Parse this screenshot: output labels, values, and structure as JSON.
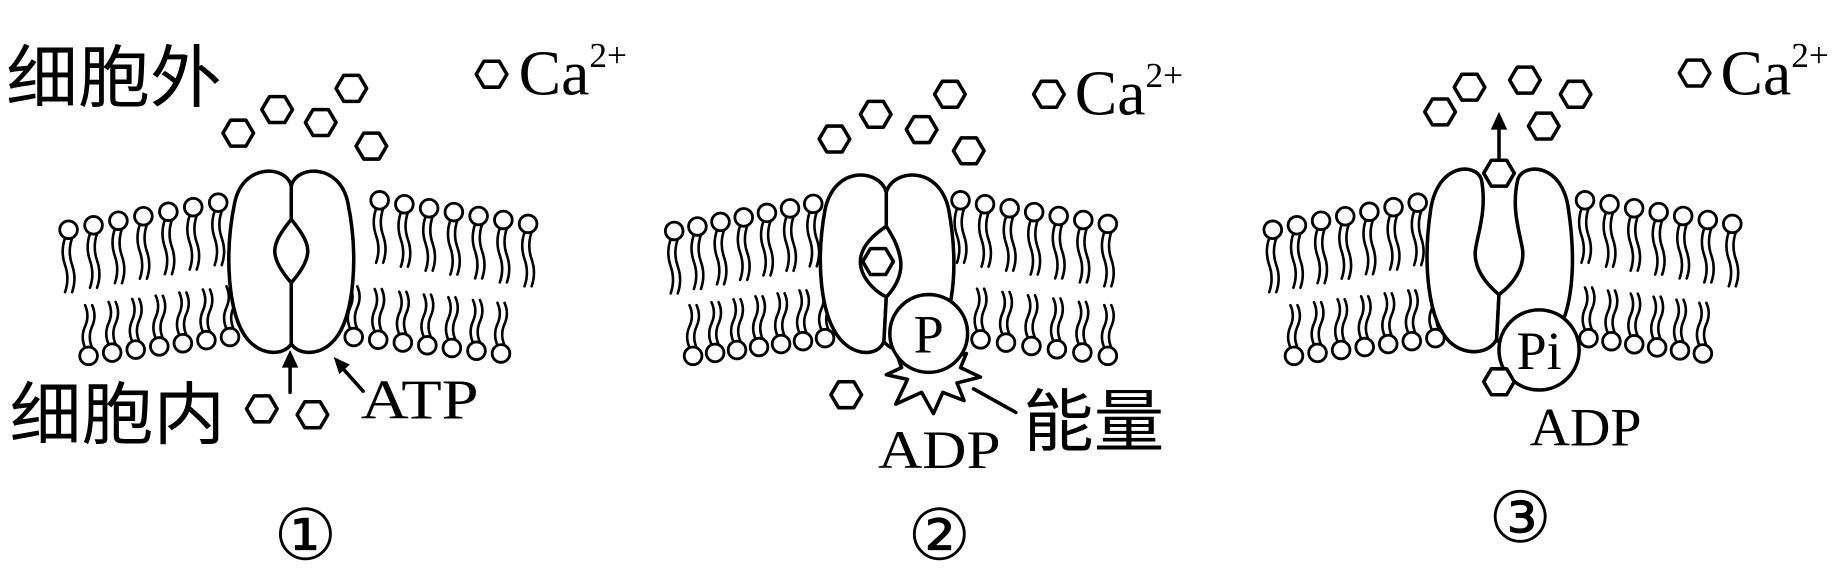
{
  "compartments": {
    "outside": "细胞外",
    "inside": "细胞内"
  },
  "legend": {
    "ion_symbol": "Ca",
    "ion_charge": "2+",
    "ion_icon": "hexagon"
  },
  "panels": [
    {
      "step": "①",
      "atp_label": "ATP"
    },
    {
      "step": "②",
      "phosphate_label": "P",
      "adp_label": "ADP",
      "energy_label": "能量"
    },
    {
      "step": "③",
      "phosphate_label": "Pi",
      "adp_label": "ADP"
    }
  ],
  "colors": {
    "line": "#000000",
    "background": "#ffffff"
  }
}
